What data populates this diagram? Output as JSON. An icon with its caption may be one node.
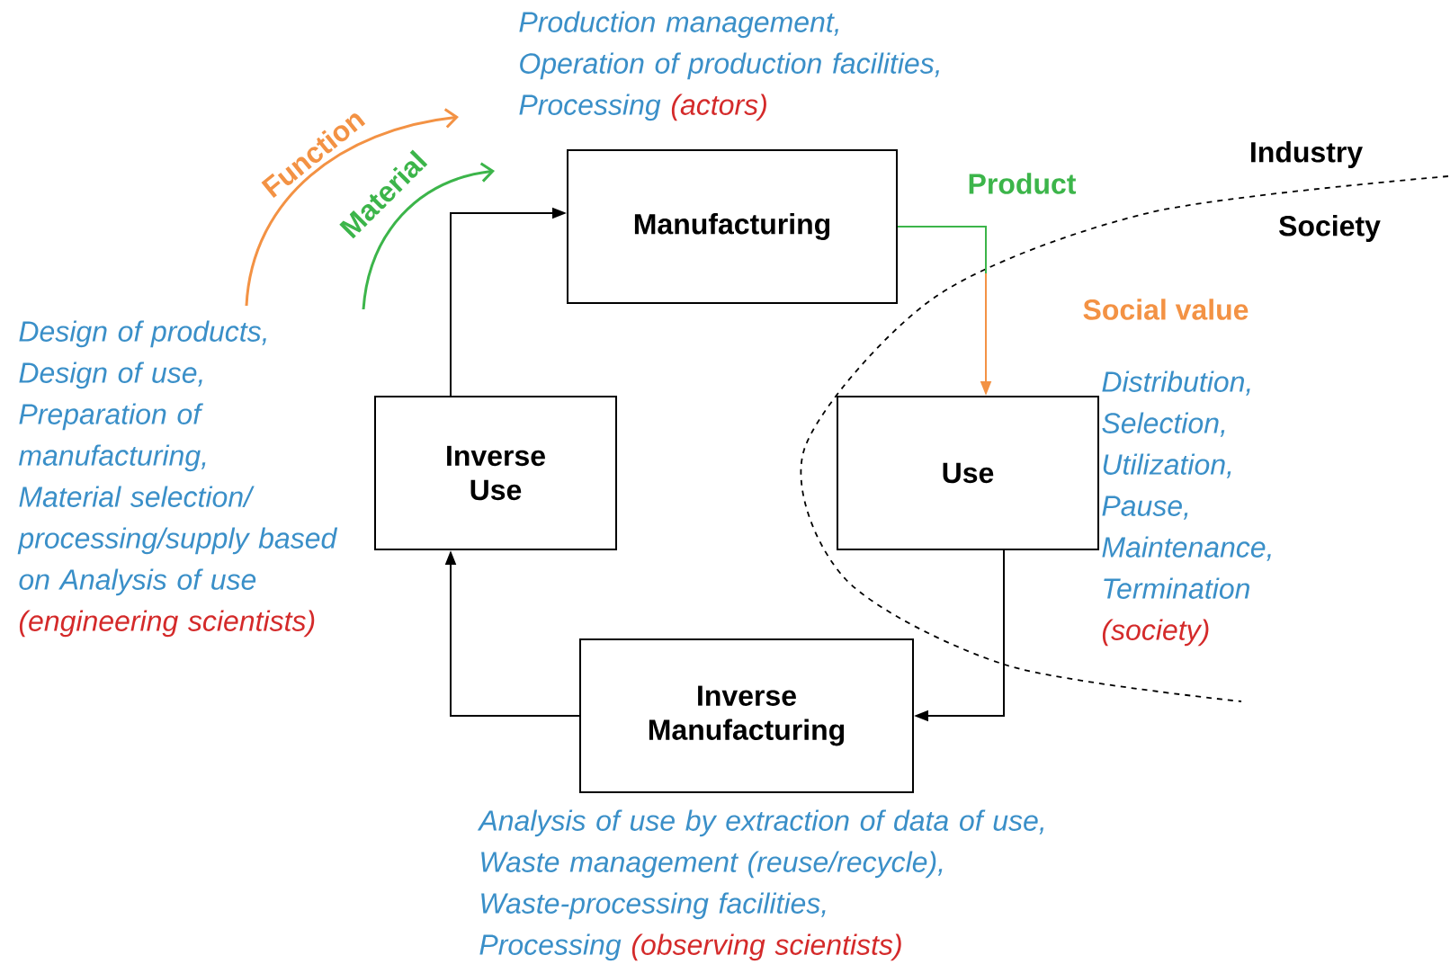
{
  "diagram": {
    "nodes": [
      {
        "text": [
          "Manufacturing"
        ],
        "beside": [
          "Production management,",
          "Operation of production facilities,",
          "Processing",
          "(actors)"
        ]
      },
      {
        "text": [
          "Use"
        ],
        "beside": [
          "Distribution,",
          "Selection,",
          "Utilization,",
          "Pause,",
          "Maintenance,",
          "Termination",
          "(society)"
        ]
      },
      {
        "text": [
          "Inverse Manufacturing"
        ],
        "beside": [
          "Analysis of use by extraction of data of use,",
          "Waste management (reuse/recycle),",
          "Waste-processing facilities,",
          "Processing",
          "(observing scientists)"
        ]
      },
      {
        "text": [
          "Inverse Use"
        ],
        "beside": [
          "Design of products,",
          "Design of use,",
          "Preparation of manufacturing,",
          "Material selection/ processing/supply based on Analysis of use",
          "(engineering scientists)"
        ]
      }
    ],
    "edges": [
      {
        "from": 0,
        "to": 1,
        "arrow": "to",
        "label": "Product",
        "color": "#f39244"
      },
      {
        "from": 1,
        "to": 2,
        "arrow": "to"
      },
      {
        "from": 2,
        "to": 3,
        "arrow": "to"
      },
      {
        "from": 3,
        "to": 0,
        "arrow": "to"
      }
    ],
    "labels": [
      "Function",
      "Material",
      "Industry",
      "Society",
      "Social value"
    ]
  }
}
